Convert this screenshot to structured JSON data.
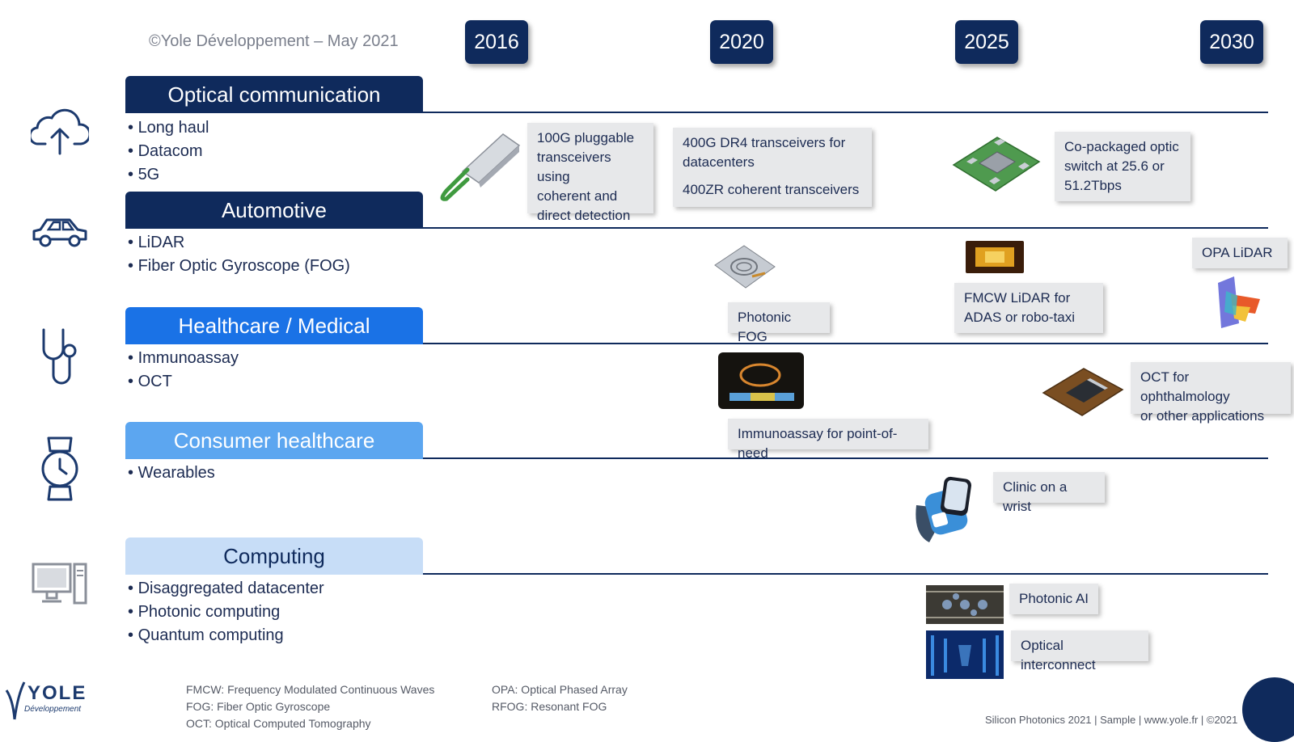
{
  "copyright": "©Yole Développement – May 2021",
  "years": [
    "2016",
    "2020",
    "2025",
    "2030"
  ],
  "categories": [
    {
      "title": "Optical communication",
      "items": [
        "Long haul",
        "Datacom",
        "5G"
      ]
    },
    {
      "title": "Automotive",
      "items": [
        "LiDAR",
        "Fiber Optic Gyroscope (FOG)"
      ]
    },
    {
      "title": "Healthcare / Medical",
      "items": [
        "Immunoassay",
        "OCT"
      ]
    },
    {
      "title": "Consumer healthcare",
      "items": [
        "Wearables"
      ]
    },
    {
      "title": "Computing",
      "items": [
        "Disaggregated datacenter",
        "Photonic computing",
        "Quantum computing"
      ]
    }
  ],
  "callouts": {
    "pluggable": [
      "100G pluggable",
      "transceivers using",
      "coherent and",
      "direct detection"
    ],
    "dr4": [
      "400G DR4 transceivers for",
      "datacenters"
    ],
    "zr": "400ZR coherent transceivers",
    "copackaged": [
      "Co-packaged optic",
      "switch at 25.6 or",
      "51.2Tbps"
    ],
    "opa_lidar": "OPA LiDAR",
    "fmcw": [
      "FMCW LiDAR for",
      "ADAS or robo-taxi"
    ],
    "photonic_fog": "Photonic FOG",
    "oct": [
      "OCT for ophthalmology",
      "or other applications"
    ],
    "immuno": "Immunoassay for point-of-need",
    "clinic": "Clinic on a wrist",
    "photonic_ai": "Photonic AI",
    "interconnect": "Optical interconnect"
  },
  "footnotes_left": [
    "FMCW: Frequency Modulated Continuous Waves",
    "FOG: Fiber Optic Gyroscope",
    "OCT: Optical Computed Tomography"
  ],
  "footnotes_right": [
    "OPA: Optical Phased Array",
    "RFOG: Resonant FOG"
  ],
  "source": "Silicon Photonics 2021 | Sample | www.yole.fr | ©2021",
  "logo": {
    "main": "YOLE",
    "sub": "Développement"
  },
  "colors": {
    "navy": "#0f2a5c",
    "blue": "#1a72e6",
    "lightblue": "#5ca6f0",
    "pale": "#c7ddf7"
  }
}
